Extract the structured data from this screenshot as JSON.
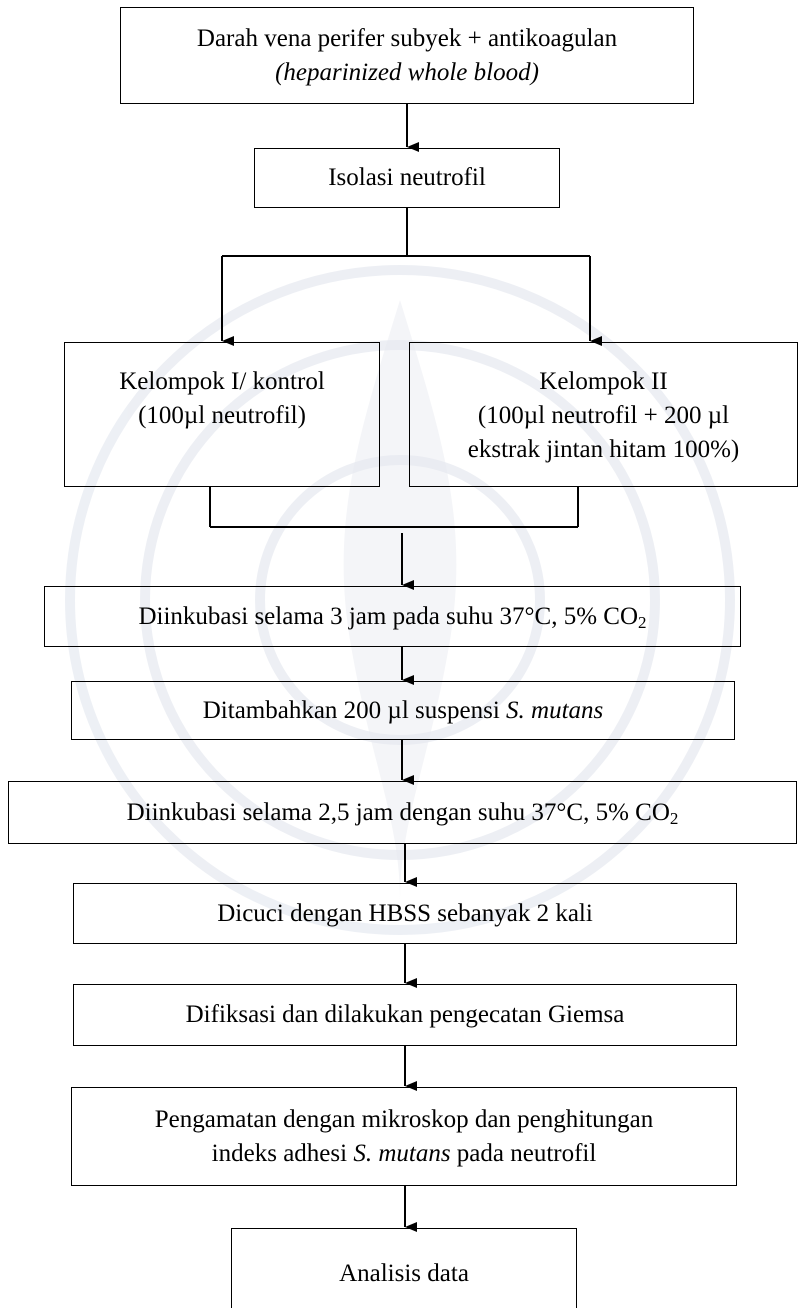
{
  "diagram": {
    "nodes": {
      "start": {
        "line1": "Darah vena perifer subyek + antikoagulan",
        "line2": "(heparinized whole blood)"
      },
      "isolation": {
        "label": "Isolasi neutrofil"
      },
      "group1": {
        "line1": "Kelompok I/ kontrol",
        "line2": "(100µl neutrofil)"
      },
      "group2": {
        "line1": "Kelompok II",
        "line2": "(100µl neutrofil + 200 µl",
        "line3": "ekstrak jintan hitam 100%)"
      },
      "incubation1": {
        "text": "Diinkubasi selama 3 jam pada suhu 37°C, 5% CO",
        "subscript": "2"
      },
      "add_bacteria": {
        "text": "Ditambahkan 200 µl suspensi ",
        "italic": "S.  mutans"
      },
      "incubation2": {
        "text": "Diinkubasi selama 2,5 jam dengan suhu 37°C, 5% CO",
        "subscript": "2"
      },
      "wash": {
        "label": "Dicuci dengan HBSS sebanyak 2 kali"
      },
      "fixation": {
        "label": "Difiksasi dan dilakukan pengecatan Giemsa"
      },
      "observation": {
        "line1": "Pengamatan dengan mikroskop dan penghitungan",
        "line2_prefix": "indeks adhesi ",
        "line2_italic": "S. mutans",
        "line2_suffix": " pada neutrofil"
      },
      "analysis": {
        "label": "Analisis data"
      }
    },
    "colors": {
      "stroke": "#000000",
      "watermark": "#d9dde8"
    }
  }
}
